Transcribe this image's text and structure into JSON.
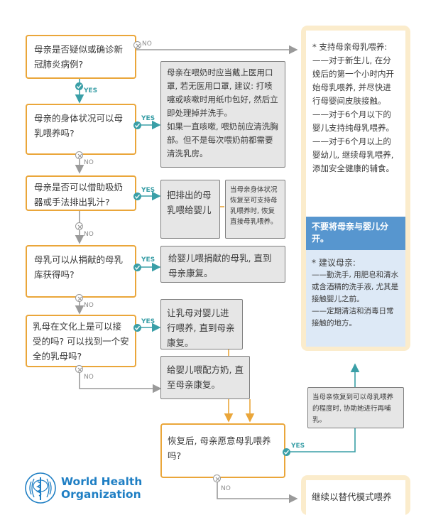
{
  "questions": {
    "q1": "母亲是否疑似或确诊新冠肺炎病例?",
    "q2": "母亲的身体状况可以母乳喂养吗?",
    "q3": "母亲是否可以借助吸奶器或手法排出乳汁?",
    "q4": "母乳可以从捐献的母乳库获得吗?",
    "q5": "乳母在文化上是可以接受的吗? 可以找到一个安全的乳母吗?",
    "q6": "恢复后, 母亲愿意母乳喂养吗?"
  },
  "actions": {
    "mask": "母亲在喂奶时应当戴上医用口罩, 若无医用口罩, 建议: 打喷嚏或咳嗽时用纸巾包好, 然后立即处理掉并洗手。\n如果一直咳嗽, 喂奶前应清洗胸部。但不是每次喂奶前都需要清洗乳房。",
    "expressed": "把排出的母乳喂给婴儿",
    "resume": "当母亲身体状况恢复至可支持母乳喂养时, 恢复直接母乳喂养。",
    "donor": "给婴儿喂捐献的母乳, 直到母亲康复。",
    "wetnurse": "让乳母对婴儿进行喂养, 直到母亲康复。",
    "formula": "给婴儿喂配方奶, 直至母亲康复。",
    "relactate": "当母亲恢复到可以母乳喂养的程度时, 协助她进行再哺乳。"
  },
  "labels": {
    "yes": "YES",
    "no": "NO"
  },
  "panel": {
    "support_title": "* 支持母亲母乳喂养:",
    "support_lines": [
      "——对于新生儿, 在分娩后的第一个小时内开始母乳喂养, 并尽快进行母婴间皮肤接触。",
      "——对于6个月以下的婴儿支持纯母乳喂养。",
      "——对于6个月以上的婴幼儿, 继续母乳喂养, 添加安全健康的辅食。"
    ],
    "warning": "不要将母亲与婴儿分开。",
    "advise_title": "* 建议母亲:",
    "advise_lines": [
      "——勤洗手, 用肥皂和清水或含酒精的洗手液, 尤其是接触婴儿之前。",
      "——定期清洁和消毒日常接触的地方。"
    ]
  },
  "alternative": "继续以替代模式喂养",
  "org": {
    "line1": "World Health",
    "line2": "Organization"
  },
  "colors": {
    "orange": "#eaa63a",
    "teal": "#3a9fa7",
    "blue_band": "#5796cf",
    "light_blue": "#dde9f6",
    "cream": "#fbeccc",
    "gray_box": "#e6e6e6",
    "who_blue": "#1f7fc4"
  }
}
